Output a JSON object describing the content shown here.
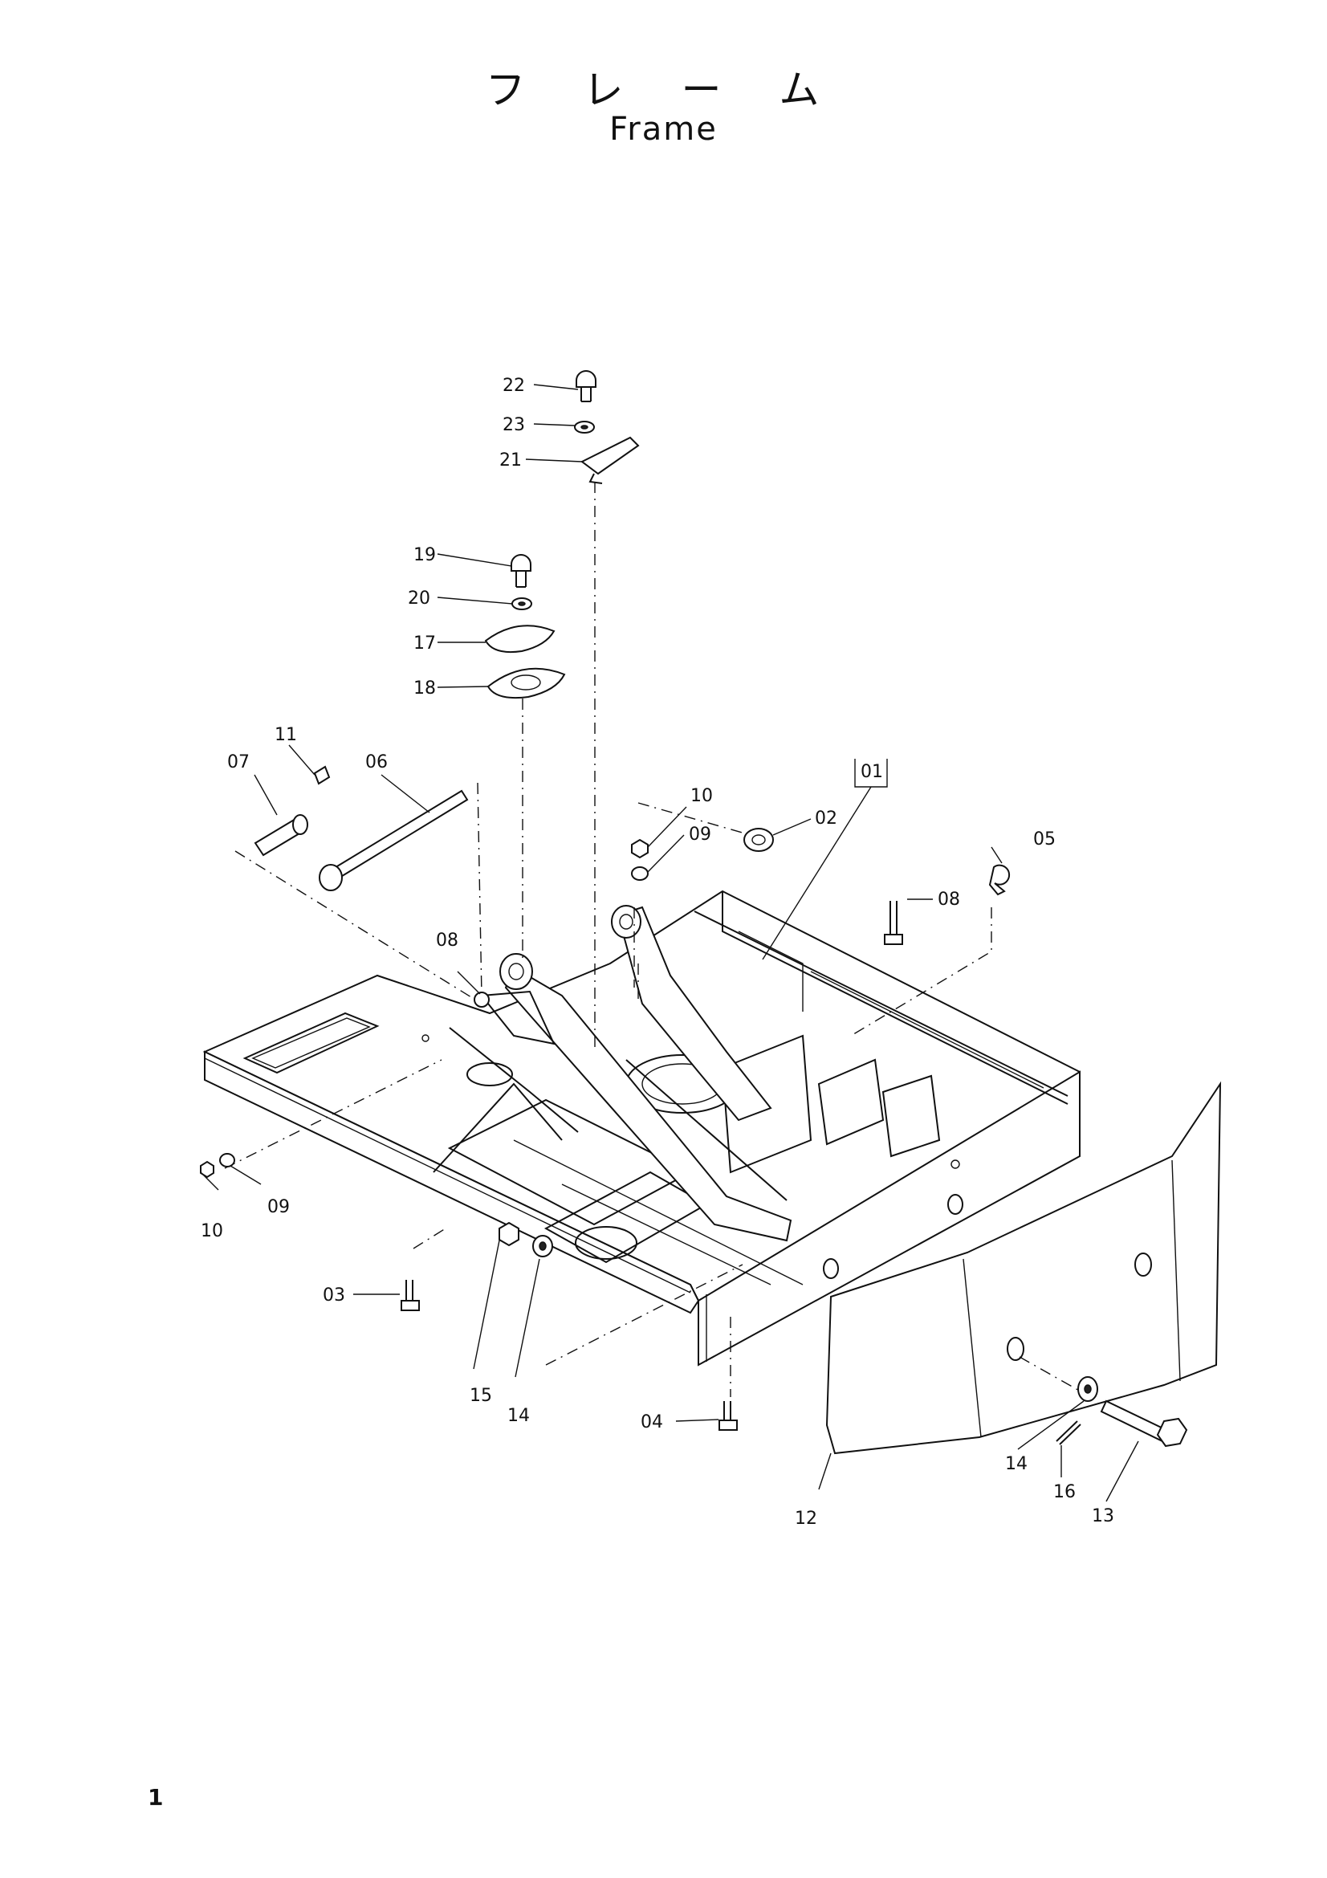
{
  "title": {
    "japanese": "フ レ ー ム",
    "english": "Frame"
  },
  "page_number": "1",
  "callouts": {
    "c01": "01",
    "c02": "02",
    "c03": "03",
    "c04": "04",
    "c05": "05",
    "c06": "06",
    "c07": "07",
    "c08a": "08",
    "c08b": "08",
    "c09a": "09",
    "c09b": "09",
    "c10a": "10",
    "c10b": "10",
    "c11": "11",
    "c12": "12",
    "c13": "13",
    "c14a": "14",
    "c14b": "14",
    "c15": "15",
    "c16": "16",
    "c17": "17",
    "c18": "18",
    "c19": "19",
    "c20": "20",
    "c21": "21",
    "c22": "22",
    "c23": "23"
  }
}
